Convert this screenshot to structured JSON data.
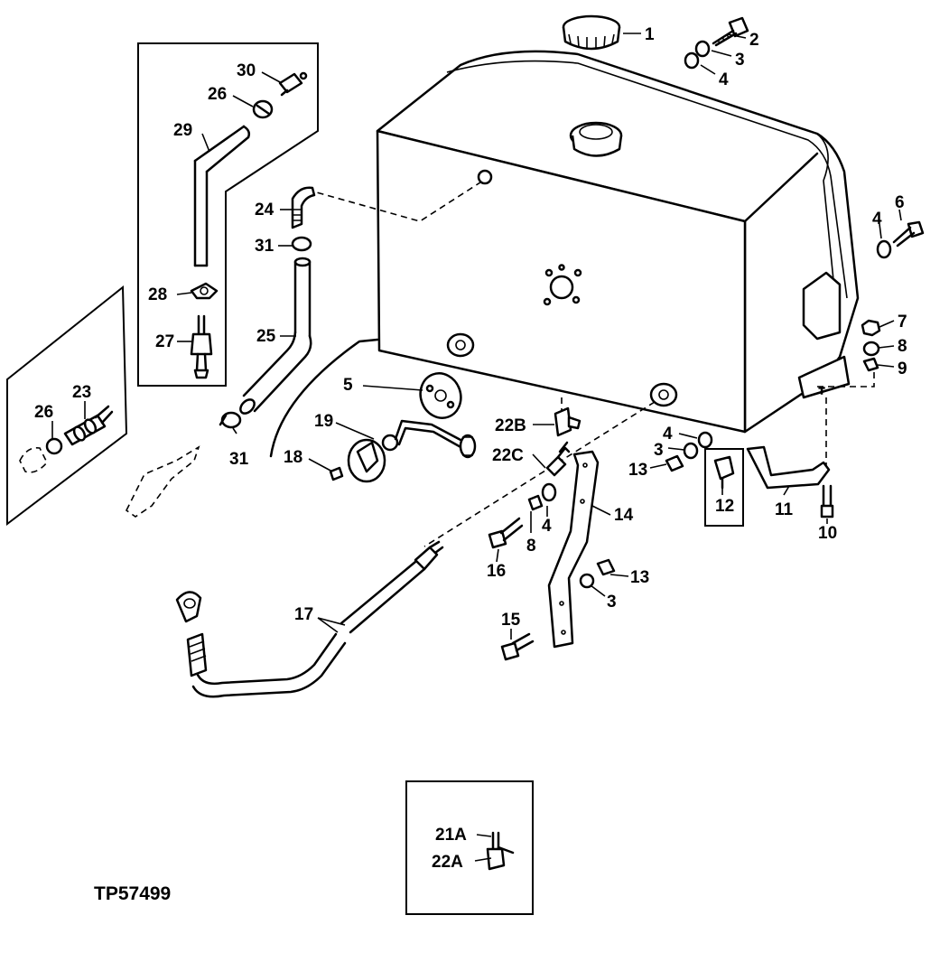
{
  "figure_id": "TP57499",
  "callouts": {
    "c1": "1",
    "c2": "2",
    "c3a": "3",
    "c4a": "4",
    "c6": "6",
    "c4b": "4",
    "c7": "7",
    "c8a": "8",
    "c9": "9",
    "c30": "30",
    "c26a": "26",
    "c29": "29",
    "c24": "24",
    "c31a": "31",
    "c28": "28",
    "c27": "27",
    "c25": "25",
    "c31b": "31",
    "c26b": "26",
    "c23": "23",
    "c5": "5",
    "c19": "19",
    "c18": "18",
    "c22b": "22B",
    "c22c": "22C",
    "c4c": "4",
    "c3b": "3",
    "c13a": "13",
    "c12": "12",
    "c11": "11",
    "c10": "10",
    "c14": "14",
    "c4d": "4",
    "c8b": "8",
    "c16": "16",
    "c13b": "13",
    "c3c": "3",
    "c15": "15",
    "c17": "17",
    "c21a": "21A",
    "c22a": "22A"
  }
}
